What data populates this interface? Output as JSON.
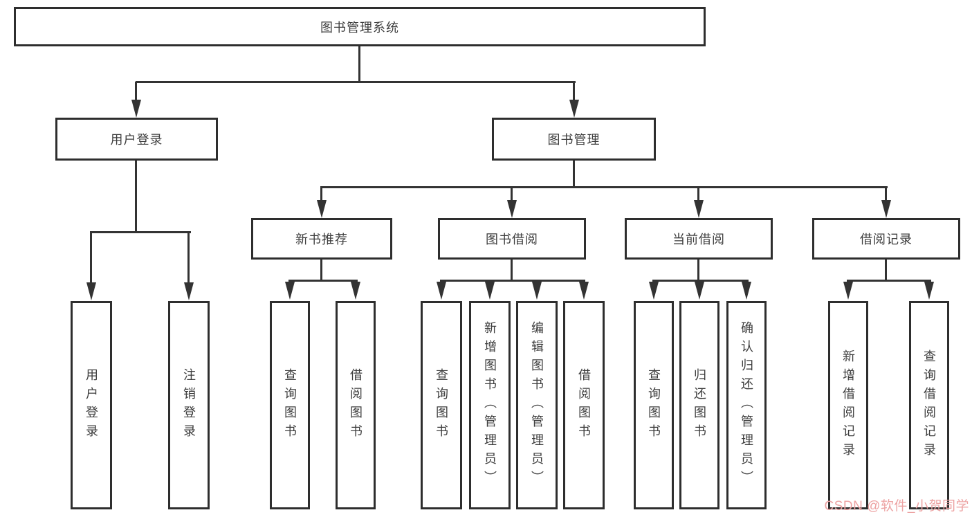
{
  "diagram": {
    "title": "图书管理系统",
    "root": {
      "label": "图书管理系统"
    },
    "level2": [
      {
        "id": "user-login",
        "label": "用户登录"
      },
      {
        "id": "book-manage",
        "label": "图书管理"
      }
    ],
    "level3": [
      {
        "id": "new-book-recommend",
        "label": "新书推荐"
      },
      {
        "id": "book-borrow",
        "label": "图书借阅"
      },
      {
        "id": "current-borrow",
        "label": "当前借阅"
      },
      {
        "id": "borrow-record",
        "label": "借阅记录"
      }
    ],
    "leaves": {
      "user_login": [
        "用户登录",
        "注销登录"
      ],
      "new_book_recommend": [
        "查询图书",
        "借阅图书"
      ],
      "book_borrow": [
        "查询图书",
        "新增图书（管理员）",
        "编辑图书（管理员）",
        "借阅图书"
      ],
      "current_borrow": [
        "查询图书",
        "归还图书",
        "确认归还（管理员）"
      ],
      "borrow_record": [
        "新增借阅记录",
        "查询借阅记录"
      ]
    }
  },
  "watermark": {
    "text": "CSDN @软件_小贺同学",
    "color": "#eda3a3"
  },
  "colors": {
    "line": "#333333",
    "border": "#2e2e2e",
    "text": "#3d3d3d",
    "background": "#ffffff"
  }
}
